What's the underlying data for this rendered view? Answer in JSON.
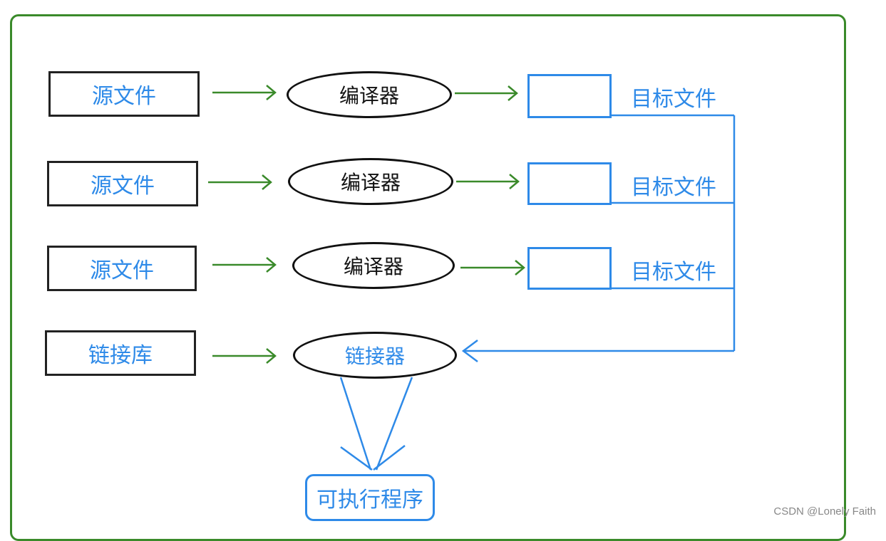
{
  "rows": [
    {
      "source": "源文件",
      "process": "编译器",
      "target": "目标文件"
    },
    {
      "source": "源文件",
      "process": "编译器",
      "target": "目标文件"
    },
    {
      "source": "源文件",
      "process": "编译器",
      "target": "目标文件"
    }
  ],
  "library": {
    "label": "链接库"
  },
  "linker": {
    "label": "链接器"
  },
  "executable": {
    "label": "可执行程序"
  },
  "watermark": "CSDN @Lonely Faith",
  "colors": {
    "frame": "#3a8a2a",
    "arrow_green": "#3a8a2a",
    "blue": "#2e8ae8",
    "black": "#111111"
  }
}
